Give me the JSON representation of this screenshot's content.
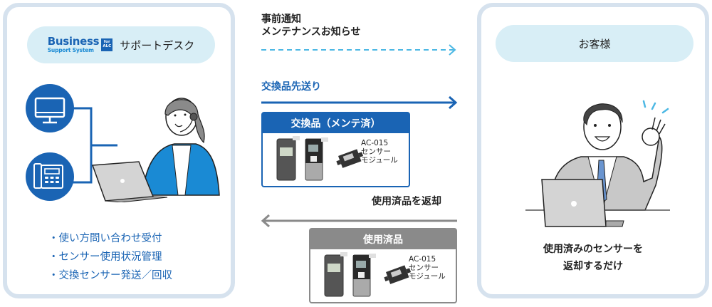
{
  "support_desk": {
    "logo": {
      "business": "Business",
      "support_system": "Support System",
      "for": "for",
      "alc": "ALC"
    },
    "title": "サポートデスク",
    "channel_icons": [
      "monitor-icon",
      "desk-phone-icon"
    ],
    "illustration": "operator-with-headset-at-laptop",
    "services": [
      "使い方問い合わせ受付",
      "センサー使用状況管理",
      "交換センサー発送／回収"
    ]
  },
  "flows": {
    "notice": {
      "label_line1": "事前通知",
      "label_line2": "メンテナンスお知らせ",
      "direction": "right",
      "style": "dashed",
      "color": "#4cb8e4"
    },
    "send_replacement": {
      "label": "交換品先送り",
      "direction": "right",
      "style": "solid",
      "color": "#1a64b4",
      "card": {
        "title": "交換品（メンテ済）",
        "module_line1": "AC-015",
        "module_line2": "センサー",
        "module_line3": "モジュール",
        "color": "#1a64b4"
      }
    },
    "return_used": {
      "label": "使用済品を返却",
      "direction": "left",
      "style": "solid",
      "color": "#8a8a8a",
      "card": {
        "title": "使用済品",
        "module_line1": "AC-015",
        "module_line2": "センサー",
        "module_line3": "モジュール",
        "color": "#8a8a8a"
      }
    }
  },
  "customer": {
    "title": "お客様",
    "illustration": "businessman-ok-gesture-at-laptop",
    "description_line1": "使用済みのセンサーを",
    "description_line2": "返却するだけ"
  },
  "colors": {
    "brand_blue": "#1a64b4",
    "light_blue": "#4cb8e4",
    "pill_bg": "#d8eef6",
    "panel_border": "#d6e2ee",
    "gray": "#8a8a8a"
  }
}
